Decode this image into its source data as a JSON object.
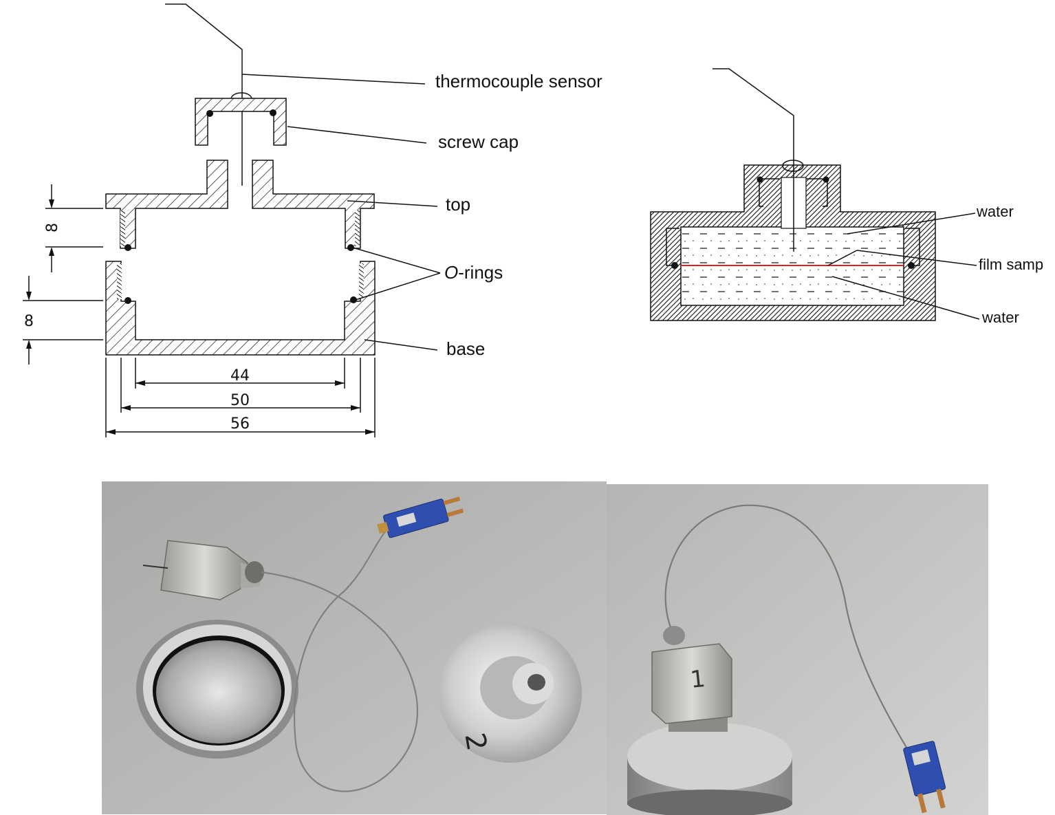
{
  "left_diagram": {
    "labels": {
      "thermocouple": "thermocouple sensor",
      "screw_cap": "screw cap",
      "top": "top",
      "orings_prefix": "O",
      "orings_suffix": "-rings",
      "base": "base"
    },
    "dimensions": {
      "d44": "44",
      "d50": "50",
      "d56": "56",
      "h_top": "8",
      "h_base": "8"
    }
  },
  "right_diagram": {
    "labels": {
      "water_top": "water",
      "film": "film samp",
      "water_bottom": "water"
    },
    "colors": {
      "film_line": "#e02020",
      "body_hatch": "#222222"
    }
  },
  "photos": {
    "left_photo": {
      "cap_number": "2",
      "subject": "disassembled cell with thermocouple"
    },
    "right_photo": {
      "cap_number": "1",
      "subject": "assembled cell with thermocouple"
    },
    "colors": {
      "background": "#b9b9b9",
      "connector": "#2f4fb0",
      "metal": "#c9c9c6"
    }
  }
}
